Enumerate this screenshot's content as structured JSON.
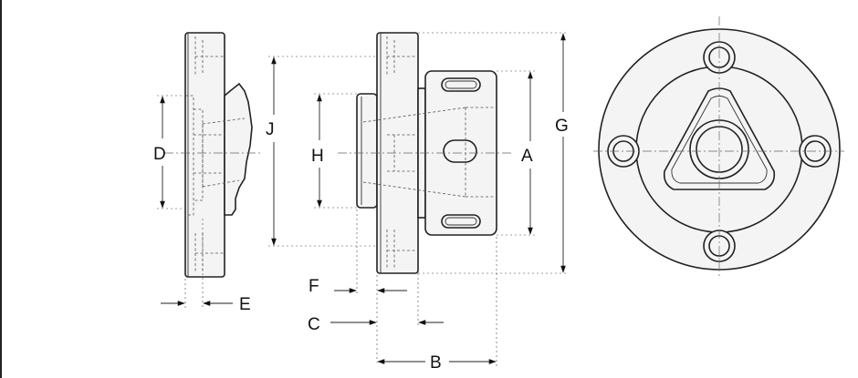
{
  "labels": {
    "D": "D",
    "E": "E",
    "J": "J",
    "H": "H",
    "F": "F",
    "C": "C",
    "A": "A",
    "G": "G",
    "B": "B"
  },
  "colors": {
    "line": "#222222",
    "background": "#ffffff",
    "part_fill": "#f4f4f4"
  }
}
